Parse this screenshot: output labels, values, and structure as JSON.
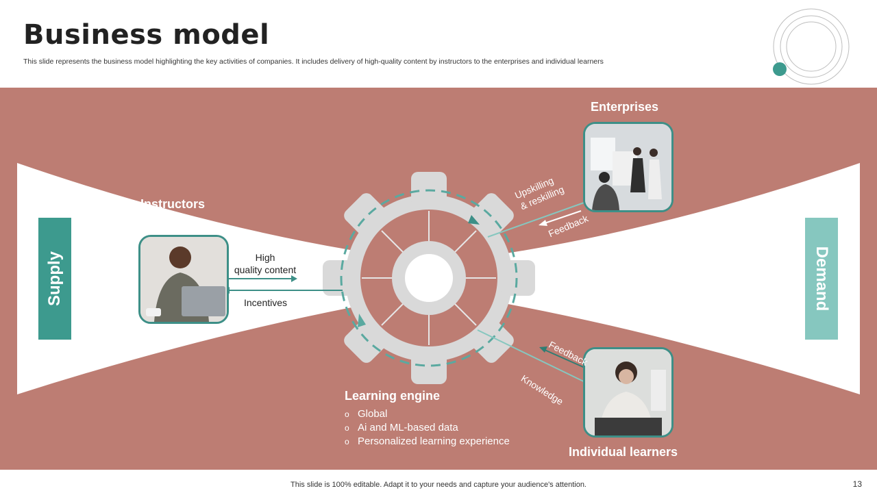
{
  "header": {
    "title": "Business model",
    "subtitle": "This slide represents the business model highlighting the key activities of companies. It includes delivery of high-quality content by instructors to the enterprises and individual learners"
  },
  "diagram": {
    "supply_label": "Supply",
    "demand_label": "Demand",
    "instructors_label": "Instructors",
    "enterprises_label": "Enterprises",
    "individual_label": "Individual learners",
    "high_quality_line1": "High",
    "high_quality_line2": "quality content",
    "incentives_label": "Incentives",
    "upskilling_line1": "Upskilling",
    "upskilling_line2": "& reskilling",
    "feedback_top": "Feedback",
    "feedback_bottom": "Feedback",
    "knowledge_label": "Knowledge",
    "engine": {
      "title": "Learning engine",
      "items": [
        "Global",
        "Ai and ML-based data",
        "Personalized learning experience"
      ]
    }
  },
  "footer": {
    "note": "This slide is 100% editable. Adapt it to your needs and capture your audience's attention.",
    "page_number": "13"
  },
  "colors": {
    "band": "#bd7d73",
    "supply": "#3d9a8e",
    "demand": "#86c7bf",
    "gear": "#d9d9d9",
    "accent_dark": "#2f7d73",
    "accent_light": "#7fc2b9"
  }
}
